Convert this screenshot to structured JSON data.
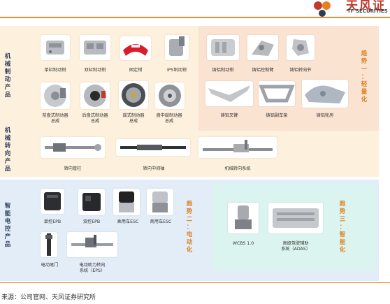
{
  "header": {
    "logo_cn": "天风证",
    "logo_en": "TF SECURITIES"
  },
  "sections": [
    {
      "label": "机\n械\n制\n动\n产\n品"
    },
    {
      "label": "机\n械\n转\n向\n产\n品"
    },
    {
      "label": "智\n能\n电\n控\n产\n品"
    }
  ],
  "trends": [
    {
      "label": "趋\n势\n一\n：\n轻\n量\n化"
    },
    {
      "label": "趋\n势\n二\n：\n电\n动\n化"
    },
    {
      "label": "趋\n势\n三\n：\n智\n能\n化"
    }
  ],
  "products": {
    "brake_row1": [
      "单缸制动钳",
      "双缸制动钳",
      "固定钳",
      "IPS制动钳"
    ],
    "brake_row2": [
      "前盘式制动器\n总成",
      "后盘式制动器\n总成",
      "鼓式制动器\n总成",
      "盘中鼓制动器\n总成"
    ],
    "light_row1": [
      "铸铝制动钳",
      "铸铝控制臂",
      "铸铝转向节"
    ],
    "light_row2": [
      "铸铝叉臂",
      "铸铝副车架",
      "铸铝轮房"
    ],
    "steering": [
      "转向管柱",
      "转向中间轴",
      "机械转向系统"
    ],
    "electric_row1": [
      "单控EPB",
      "双控EPB",
      "乘用车ESC",
      "商用车ESC"
    ],
    "electric_row2": [
      "电动尾门",
      "电动助力转向\n系统（EPS）"
    ],
    "smart": [
      "WCBS 1.0",
      "高级驾驶辅助\n系统（ADAS）"
    ]
  },
  "footer": {
    "source": "来源：公司官网、天风证券研究所"
  },
  "colors": {
    "accent": "#f08a2a",
    "brand": "#c0392b",
    "panel_beige": "#fdf1dd",
    "panel_peach": "#fbe3d2",
    "panel_blue": "#e3edf8",
    "panel_teal": "#dcf4ef"
  }
}
